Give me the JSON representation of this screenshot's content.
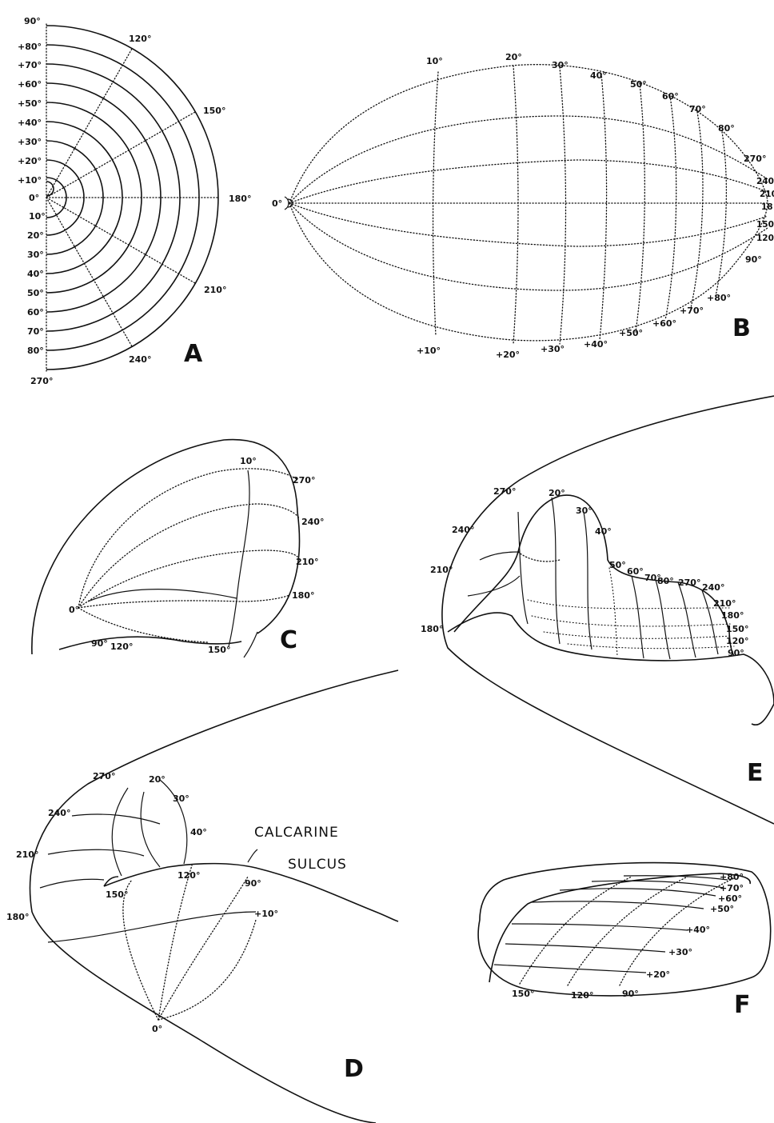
{
  "panel_a": {
    "letter": "A",
    "angle_labels": [
      "90°",
      "120°",
      "150°",
      "180°",
      "210°",
      "240°",
      "270°",
      "0°"
    ],
    "ecc_upper": [
      "+80°",
      "+70°",
      "+60°",
      "+50°",
      "+40°",
      "+30°",
      "+20°",
      "+10°"
    ],
    "ecc_lower": [
      "10°",
      "20°",
      "30°",
      "40°",
      "50°",
      "60°",
      "70°",
      "80°"
    ]
  },
  "panel_b": {
    "letter": "B",
    "origin": "0°",
    "top_labels": [
      "10°",
      "20°",
      "30°",
      "40°",
      "50°",
      "60°",
      "70°",
      "80°"
    ],
    "bottom_labels": [
      "+10°",
      "+20°",
      "+30°",
      "+40°",
      "+50°",
      "+60°",
      "+70°",
      "+80°"
    ],
    "right_labels": [
      "270°",
      "240",
      "210",
      "18",
      "150",
      "120",
      "90°"
    ]
  },
  "panel_c": {
    "letter": "C",
    "labels": [
      "10°",
      "270°",
      "240°",
      "210°",
      "180°",
      "0°",
      "90°",
      "120°",
      "150°"
    ]
  },
  "panel_d": {
    "letter": "D",
    "labels": [
      "270°",
      "20°",
      "30°",
      "40°",
      "240°",
      "210°",
      "180°",
      "150°",
      "120°",
      "90°",
      "+10°",
      "0°"
    ],
    "annotation_line1": "CALCARINE",
    "annotation_line2": "SULCUS"
  },
  "panel_e": {
    "letter": "E",
    "labels": [
      "270°",
      "20°",
      "30°",
      "40°",
      "240°",
      "210°",
      "180°",
      "50°",
      "60°",
      "70°",
      "80°",
      "270°",
      "240°",
      "210°",
      "180°",
      "150°",
      "120°",
      "90°"
    ]
  },
  "panel_f": {
    "letter": "F",
    "labels": [
      "+80°",
      "+70°",
      "+60°",
      "+50°",
      "+40°",
      "+30°",
      "+20°",
      "150°",
      "120°",
      "90°"
    ]
  }
}
